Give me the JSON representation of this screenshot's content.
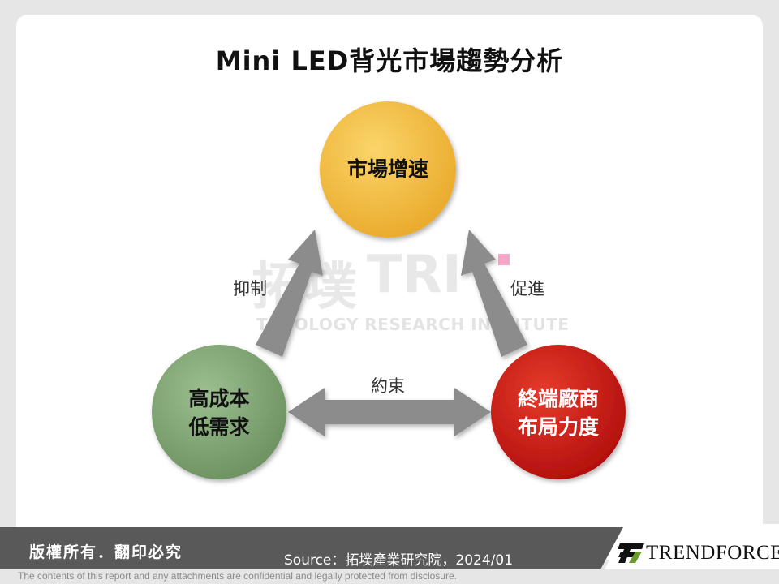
{
  "title": "Mini LED背光市場趨勢分析",
  "nodes": {
    "top": {
      "text": "市場增速",
      "color": "#f0b236"
    },
    "left": {
      "line1": "高成本",
      "line2": "低需求",
      "color": "#7a9f6e"
    },
    "right": {
      "line1": "終端廠商",
      "line2": "布局力度",
      "color": "#c81512"
    }
  },
  "edges": {
    "left_to_top": "抑制",
    "right_to_top": "促進",
    "left_right": "約束"
  },
  "watermark": {
    "cn": "拓墣",
    "en": "TOPOLOGY RESEARCH INSTITUTE"
  },
  "footer": {
    "copyright": "版權所有．翻印必究",
    "source": "Source：拓墣產業研究院，2024/01",
    "disclaimer": "The contents of this report and any attachments are confidential and legally protected from disclosure.",
    "logo": "TRENDFORCE"
  }
}
